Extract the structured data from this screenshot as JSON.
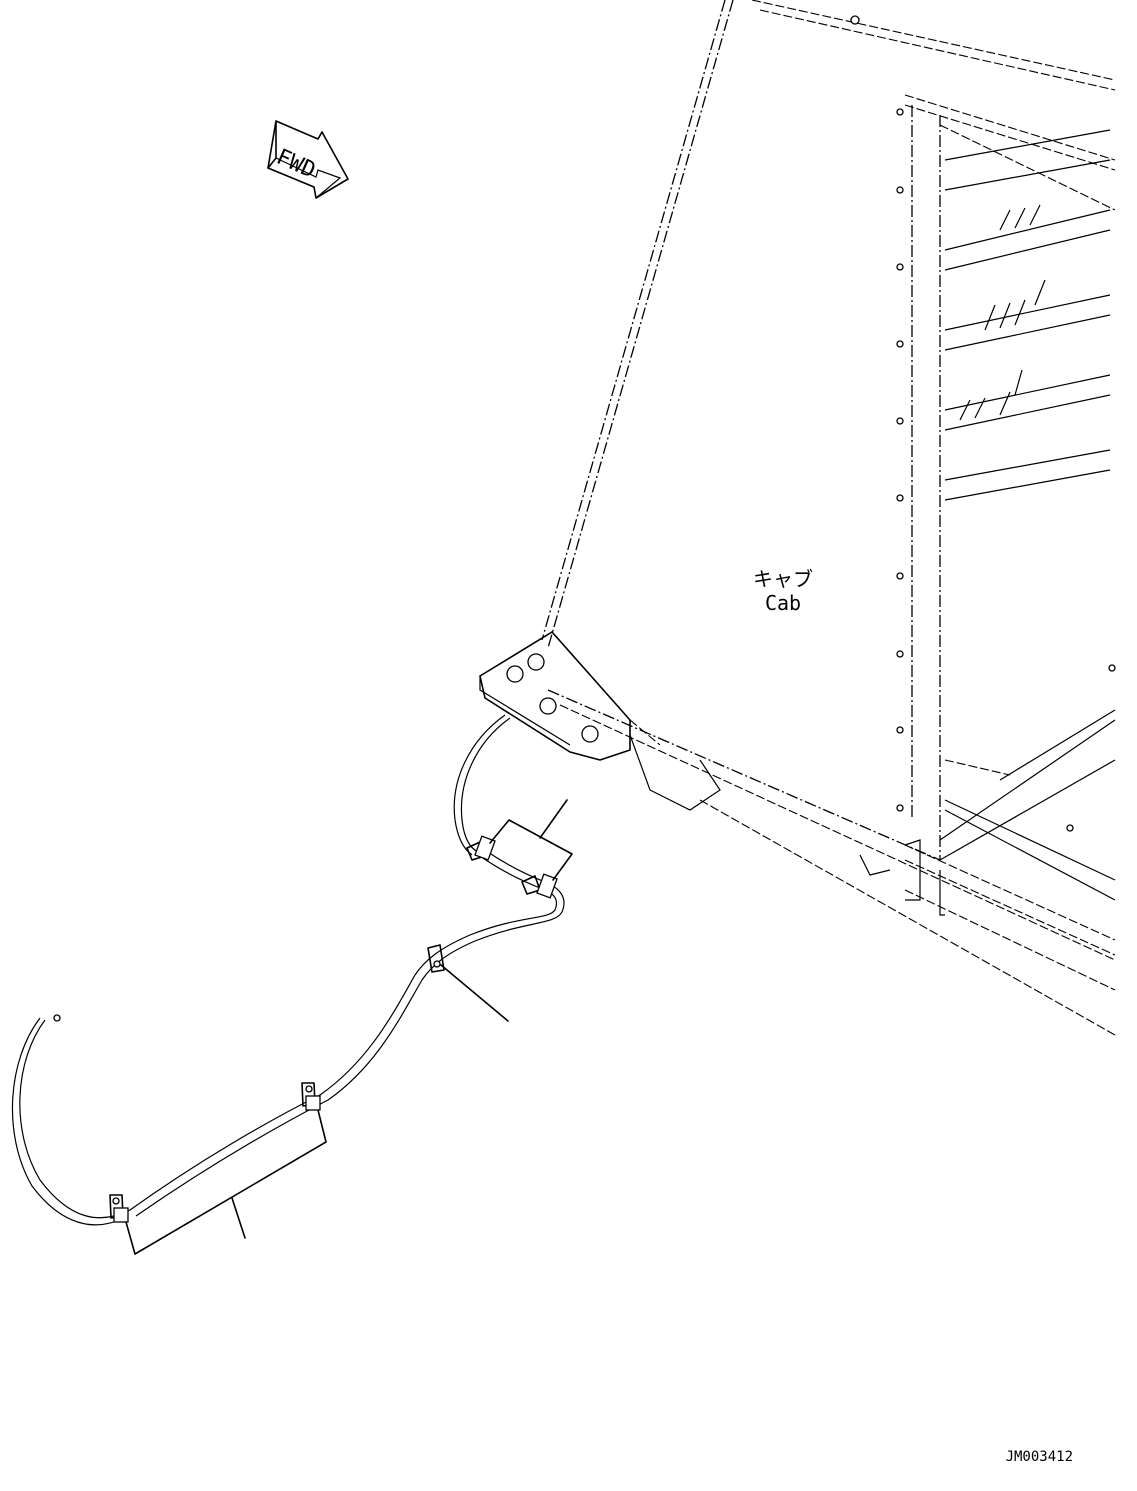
{
  "fwd_arrow": {
    "text": "FWD"
  },
  "cab_label": {
    "japanese": "キャブ",
    "english": "Cab"
  },
  "drawing_id": "JM003412",
  "icons": [
    "forward-arrow-icon"
  ]
}
